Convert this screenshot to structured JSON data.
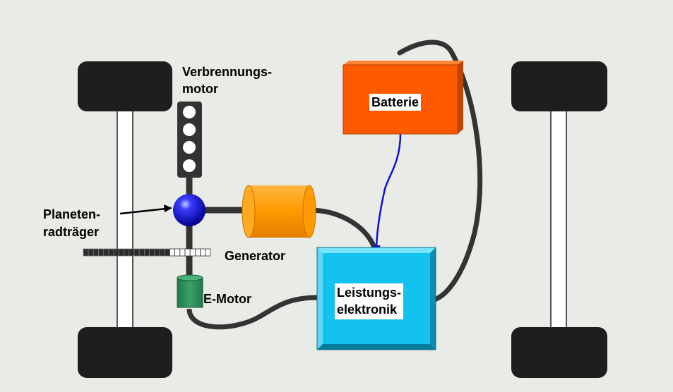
{
  "labels": {
    "engine_line1": "Verbrennungs-",
    "engine_line2": "motor",
    "planet_line1": "Planeten-",
    "planet_line2": "radträger",
    "generator": "Generator",
    "emotor": "E-Motor",
    "battery": "Batterie",
    "power_line1": "Leistungs-",
    "power_line2": "elektronik"
  },
  "colors": {
    "background": "#e9ebe6",
    "wheel": "#1e1e1e",
    "axle": "#ffffff",
    "cable": "#333333",
    "hv_cable": "#1010d0",
    "battery": "#ff5a00",
    "generator": "#ff9a00",
    "emotor": "#2e8b57",
    "power_electronics": "#12c8f5",
    "planet_carrier": "#1a1acc"
  }
}
